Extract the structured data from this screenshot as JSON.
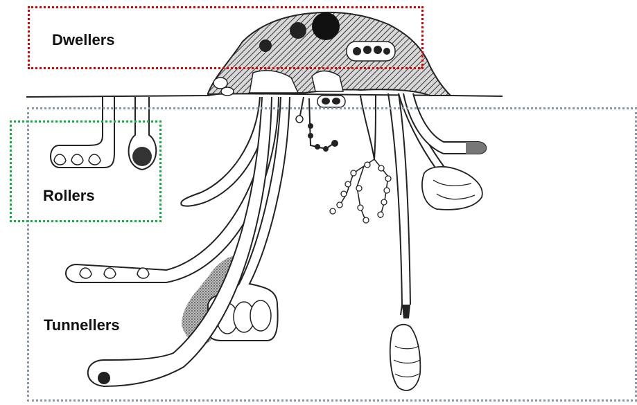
{
  "groups": {
    "dwellers": {
      "label": "Dwellers",
      "color": "#e00000"
    },
    "rollers": {
      "label": "Rollers",
      "color": "#10b040"
    },
    "tunnellers": {
      "label": "Tunnellers",
      "color": "#8a96a6"
    }
  },
  "illustration": {
    "ink_color": "#1a1a1a",
    "fill_color": "#6a6a6a"
  }
}
